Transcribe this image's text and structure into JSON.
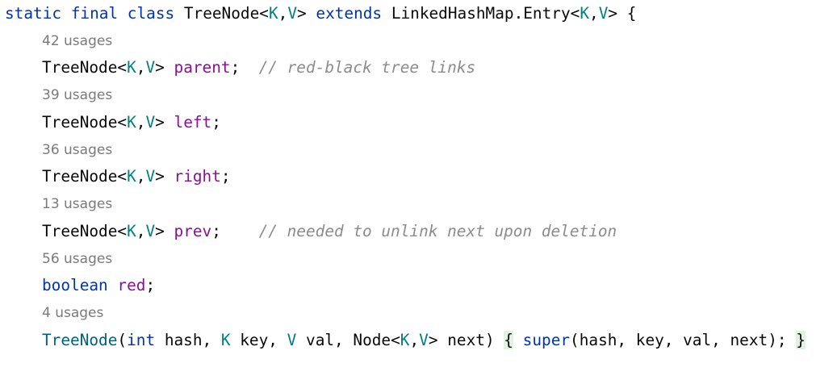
{
  "code": {
    "class_decl": {
      "kw_static": "static",
      "kw_final": "final",
      "kw_class": "class",
      "class_name": "TreeNode",
      "lt": "<",
      "type_k": "K",
      "comma": ",",
      "type_v": "V",
      "gt": ">",
      "kw_extends": "extends",
      "super_type": "LinkedHashMap.Entry",
      "open_brace": "{"
    },
    "hints": [
      "42 usages",
      "39 usages",
      "36 usages",
      "13 usages",
      "56 usages",
      "4 usages"
    ],
    "fields": [
      {
        "type": "TreeNode",
        "name": "parent",
        "comment": "// red-black tree links"
      },
      {
        "type": "TreeNode",
        "name": "left",
        "comment": ""
      },
      {
        "type": "TreeNode",
        "name": "right",
        "comment": ""
      },
      {
        "type": "TreeNode",
        "name": "prev",
        "comment": "// needed to unlink next upon deletion"
      }
    ],
    "boolean_field": {
      "type": "boolean",
      "name": "red"
    },
    "constructor": {
      "name": "TreeNode",
      "kw_int": "int",
      "p_hash": "hash",
      "p_key_type": "K",
      "p_key": "key",
      "p_val_type": "V",
      "p_val": "val",
      "p_node_type": "Node",
      "p_next": "next",
      "kw_super": "super",
      "super_args": "(hash, key, val, next);",
      "open_brace": "{",
      "close_brace": "}"
    }
  }
}
